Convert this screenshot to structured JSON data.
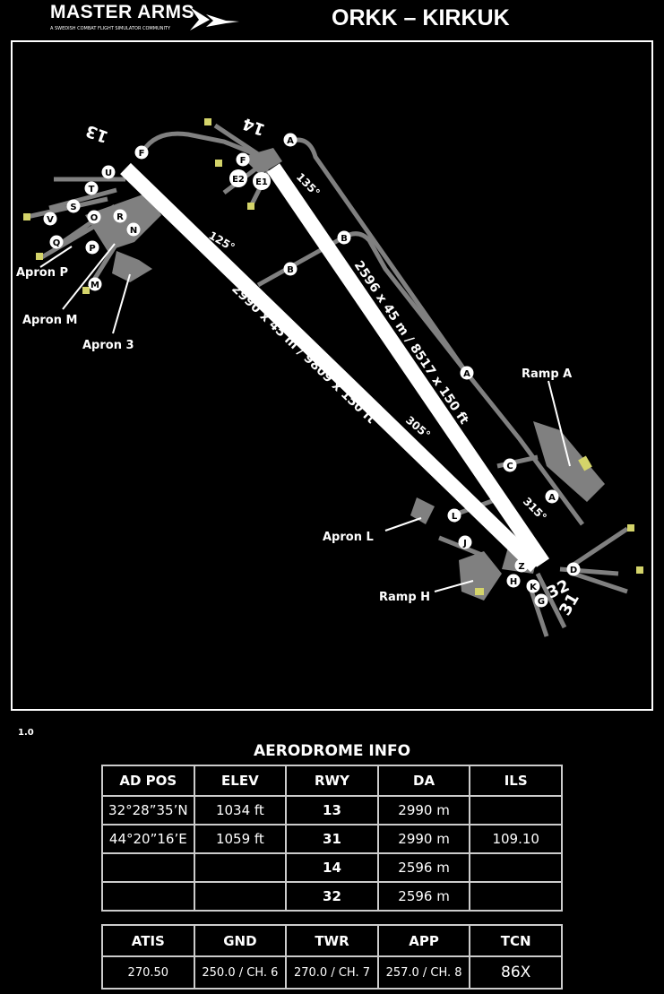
{
  "header": {
    "logo_text": "MASTER ARMS",
    "logo_subtitle": "A SWEDISH COMBAT FLIGHT SIMULATOR COMMUNITY",
    "title": "ORKK – KIRKUK"
  },
  "map": {
    "runway_13_31": {
      "label": "2990 x 45 m / 9809 x 150 ft",
      "end_a": "13",
      "end_b": "31",
      "heading_a": "125°",
      "heading_b": "305°"
    },
    "runway_14_32": {
      "label": "2596 x 45 m / 8517 x 150 ft",
      "end_a": "14",
      "end_b": "32",
      "heading_a": "135°",
      "heading_b": "315°"
    },
    "areas": {
      "ramp_a": "Ramp A",
      "apron_l": "Apron L",
      "ramp_h": "Ramp H",
      "apron_p": "Apron\nP",
      "apron_m": "Apron M",
      "apron_3": "Apron 3"
    },
    "taxiways": [
      "F",
      "U",
      "T",
      "S",
      "V",
      "O",
      "R",
      "N",
      "Q",
      "P",
      "M",
      "A",
      "F",
      "E2",
      "E1",
      "B",
      "B",
      "A",
      "C",
      "A",
      "L",
      "J",
      "Z",
      "H",
      "K",
      "G",
      "D"
    ],
    "colors": {
      "runway": "#ffffff",
      "taxiway": "#808080",
      "marker": "#d4d46a"
    }
  },
  "version": "1.0",
  "aerodrome": {
    "title": "AERODROME INFO",
    "headers": [
      "AD POS",
      "ELEV",
      "RWY",
      "DA",
      "ILS"
    ],
    "rows": [
      [
        "32°28”35’N",
        "1034 ft",
        "13",
        "2990 m",
        ""
      ],
      [
        "44°20”16’E",
        "1059 ft",
        "31",
        "2990 m",
        "109.10"
      ],
      [
        "",
        "",
        "14",
        "2596 m",
        ""
      ],
      [
        "",
        "",
        "32",
        "2596 m",
        ""
      ]
    ]
  },
  "comms": {
    "headers": [
      "ATIS",
      "GND",
      "TWR",
      "APP",
      "TCN"
    ],
    "values": [
      "270.50",
      "250.0 / CH. 6",
      "270.0 / CH. 7",
      "257.0 / CH. 8",
      "86X"
    ]
  }
}
